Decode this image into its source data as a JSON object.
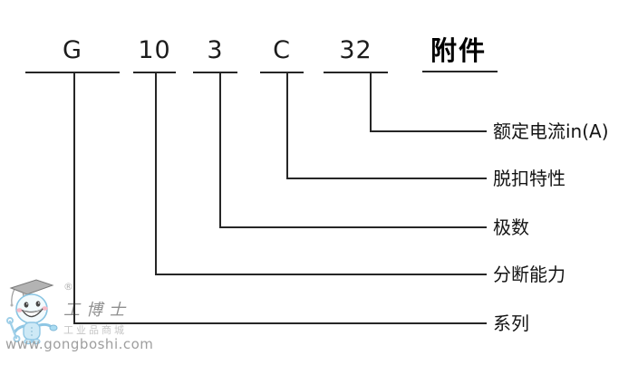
{
  "diagram": {
    "rows": [
      {
        "code": "G",
        "label": "系列"
      },
      {
        "code": "10",
        "label": "分断能力"
      },
      {
        "code": "3",
        "label": "极数"
      },
      {
        "code": "C",
        "label": "脱扣特性"
      },
      {
        "code": "32",
        "label": "额定电流in(A)"
      }
    ],
    "accessory": {
      "code": "附件"
    }
  },
  "watermark": {
    "registered": "®",
    "brand": "工博士",
    "tagline": "工业品商城",
    "url": "www.gongboshi.com",
    "mascot_icon": "graduate-robot-mascot-icon"
  },
  "colors": {
    "line": "#262626",
    "code_text": "#1c1c1c",
    "accessory_text": "#000000",
    "label_text": "#141414",
    "watermark_gray": "#9e9e9e",
    "mascot_blue": "#cde9f6",
    "mascot_outline": "#88c4e2",
    "cheek_pink": "#f6b9c6",
    "cap_gray": "#b3b3b3"
  }
}
